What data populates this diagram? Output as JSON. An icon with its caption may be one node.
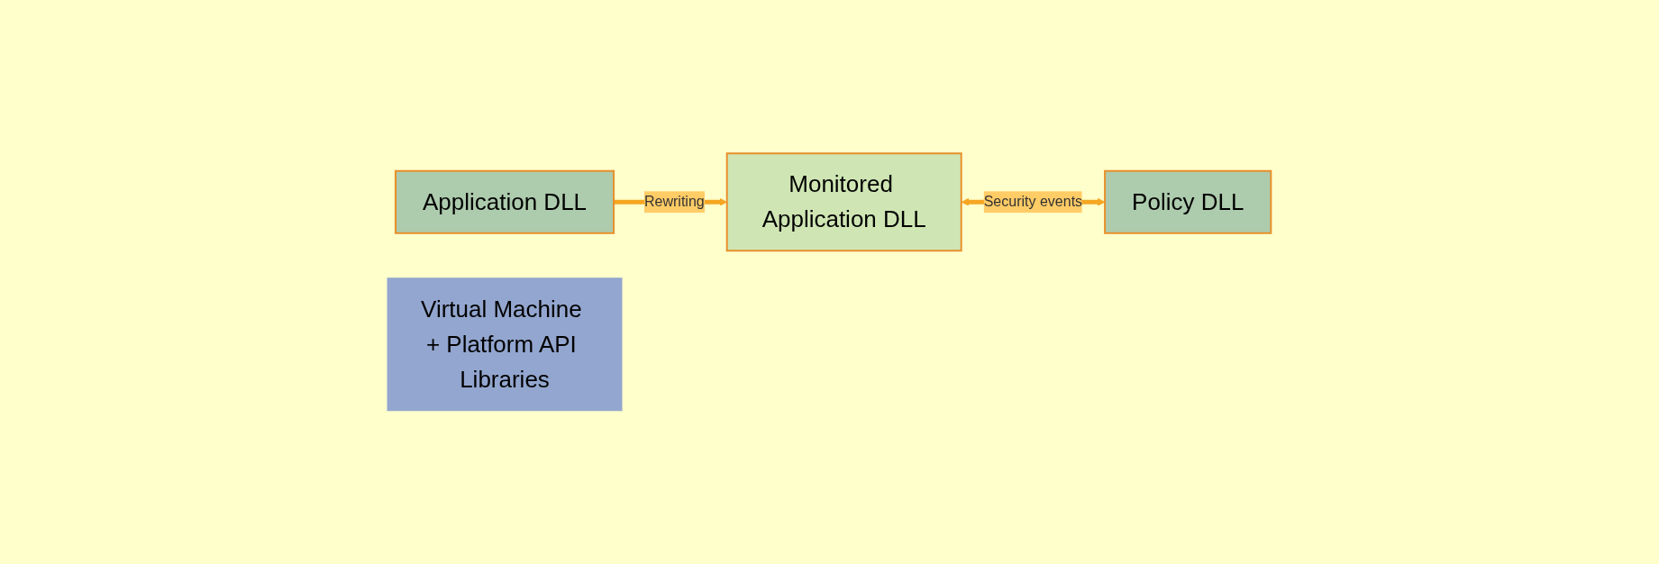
{
  "diagram": {
    "nodes": [
      {
        "text": [
          "Application DLL"
        ]
      },
      {
        "text": [
          "Monitored Application DLL"
        ]
      },
      {
        "text": [
          "Policy DLL"
        ]
      },
      {
        "text": [
          "Virtual Machine + Platform API Libraries"
        ]
      }
    ],
    "edges": [
      {
        "from": 0,
        "to": 1,
        "arrow": "to",
        "label": "Rewriting"
      },
      {
        "from": 1,
        "to": 2,
        "arrow": "both",
        "label": "Security events"
      }
    ]
  }
}
